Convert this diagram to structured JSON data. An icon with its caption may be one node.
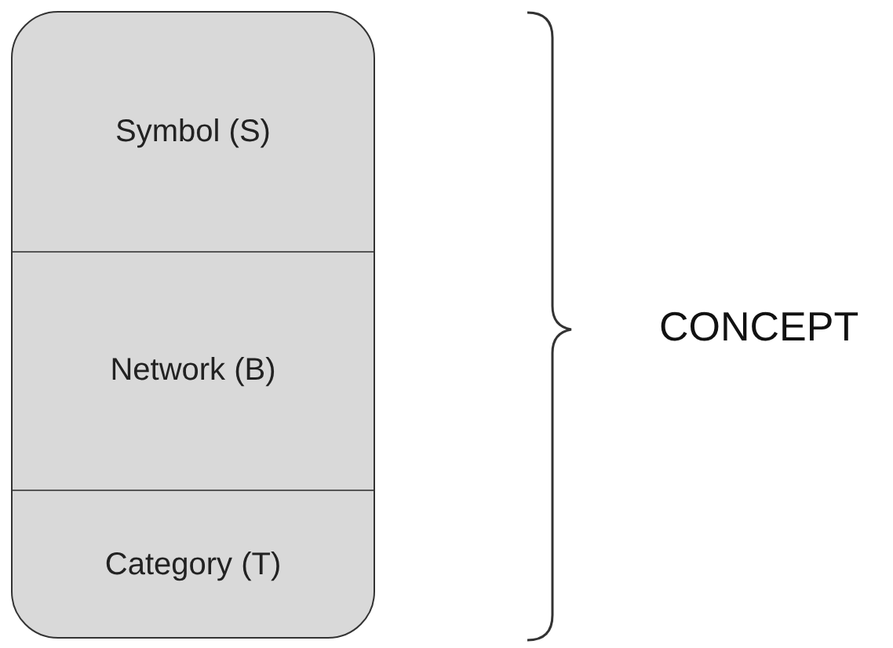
{
  "diagram": {
    "nodes": [
      {
        "text": [],
        "shape": "box"
      },
      {
        "text": [
          "Symbol (S)"
        ],
        "in": 0
      },
      {
        "text": [
          "Network (B)"
        ],
        "in": 0
      },
      {
        "text": [
          "Category (T)"
        ],
        "in": 0
      }
    ],
    "labels": [
      "CONCEPT"
    ]
  }
}
